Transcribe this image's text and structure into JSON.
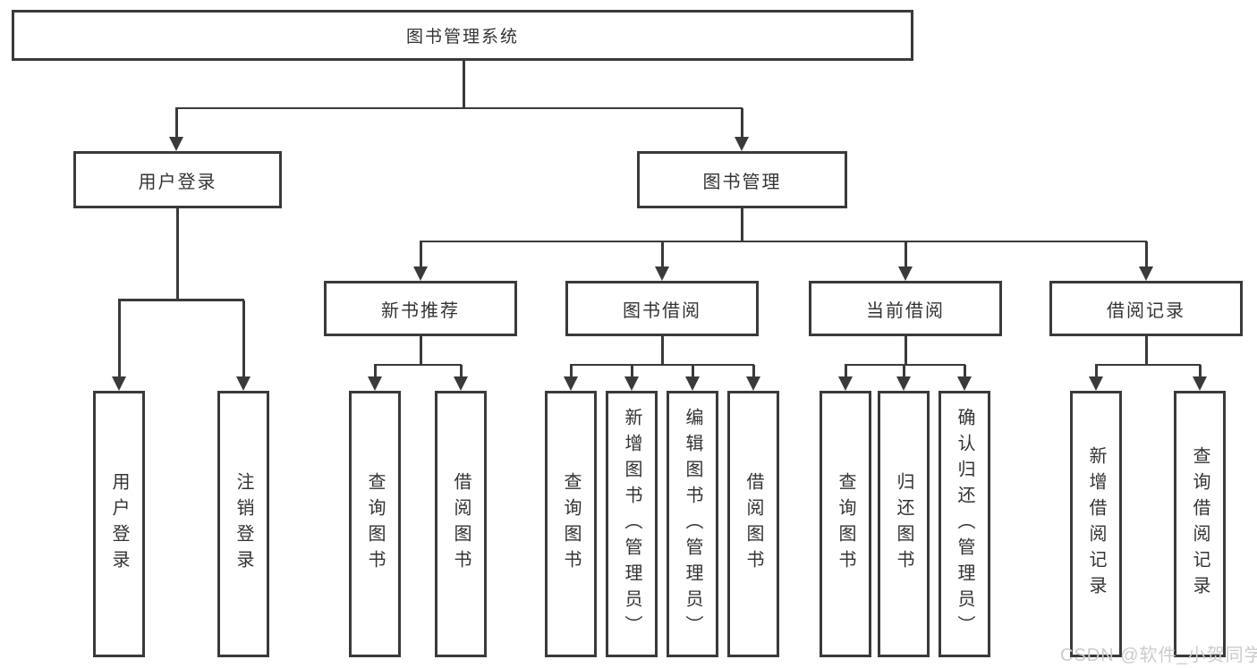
{
  "diagram": {
    "root": "图书管理系统",
    "level2": [
      "用户登录",
      "图书管理"
    ],
    "level3": [
      "新书推荐",
      "图书借阅",
      "当前借阅",
      "借阅记录"
    ],
    "leaves": {
      "user": [
        "用户登录",
        "注销登录"
      ],
      "newbook": [
        "查询图书",
        "借阅图书"
      ],
      "borrow": [
        "查询图书",
        "新增图书（管理员）",
        "编辑图书（管理员）",
        "借阅图书"
      ],
      "current": [
        "查询图书",
        "归还图书",
        "确认归还（管理员）"
      ],
      "records": [
        "新增借阅记录",
        "查询借阅记录"
      ]
    }
  },
  "colors": {
    "line": "#3a3a3a",
    "text": "#333333",
    "background": "#ffffff",
    "watermark": "#c9ccd0"
  },
  "watermark": "CSDN @软件_小贺同学"
}
